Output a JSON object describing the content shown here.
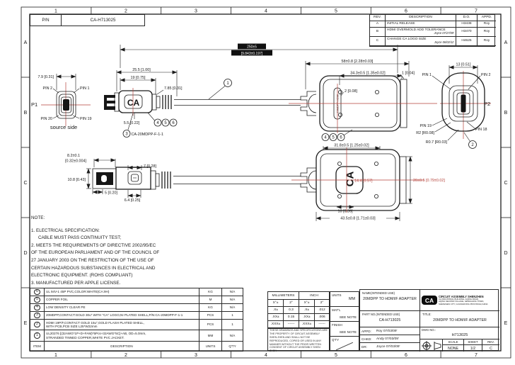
{
  "pn": {
    "label": "P/N",
    "value": "CA-H713025"
  },
  "zones": {
    "cols": [
      "1",
      "2",
      "3",
      "4",
      "5",
      "6",
      "7"
    ],
    "rows": [
      "A",
      "B",
      "C",
      "D",
      "E"
    ]
  },
  "rev": {
    "headers": {
      "rev": "REV.",
      "desc": "DESCRIPTION",
      "do_no": "D.O.",
      "appd": "APPD."
    },
    "rows": [
      {
        "rev": "A",
        "desc": "INITIAL RELEASE",
        "sign": "",
        "do_no": "H3438",
        "appd": "Roy"
      },
      {
        "rev": "B",
        "desc": "HDMI OVERMOLD ADD TOLERANCE",
        "sign": "Joyce 07/27/09'",
        "do_no": "H3470",
        "appd": "Roy"
      },
      {
        "rev": "C",
        "desc": "CHANGE CA LOGO SIZE",
        "sign": "Joyce 06/02/11'",
        "do_no": "H4625",
        "appd": "Roy"
      }
    ]
  },
  "dwg": {
    "p1_label": "P1",
    "p2_label": "P2",
    "source_side": "source side",
    "logo": "CA",
    "mold_text": "20MDPP-HDMI",
    "plug_pn": "CA-20MDPP-F-1-1",
    "pin1": "PIN 1",
    "pin2": "PIN 2",
    "pin18": "PIN 18",
    "pin19": "PIN 19",
    "pin20": "PIN 20",
    "c1": "1",
    "c2": "2",
    "c3": "3",
    "c4": "4",
    "c5": "5",
    "c6": "6",
    "d_7_9": "7.9 [0.31]",
    "d_25_5": "25.5 [1.00]",
    "d_19": "19 [0.75]",
    "d_7_85": "7.85 [0.31]",
    "d_5_5": "5.5 [0.22]",
    "cable_mm": "250±5",
    "cable_in": "[9.843±0.197]",
    "d_58": "58±0.8 [2.28±0.03]",
    "d_34_3": "34.3±0.5 [1.35±0.02]",
    "d_1": "1 [0.04]",
    "d_2": "2 [0.08]",
    "d_13": "13 [0.51]",
    "d_r2": "R2 [R0.08]",
    "d_r07": "R0.7 [R0.03]",
    "d_8_2": "8.2±0.1",
    "d_8_2_in": "[0.32±0.004]",
    "d_10_8": "10.8 [0.43]",
    "d_7": "7 [0.28]",
    "d_5": "5 [0.20]",
    "d_6_4": "6.4 [0.25]",
    "d_31_8": "31.8±0.5 [1.25±0.02]",
    "d_14_4": "14.4 [0.57]",
    "d_10": "10 [0.39]",
    "d_43_5": "43.5±0.8 [1.71±0.03]",
    "d_20": "20±0.5 [0.79±0.02]"
  },
  "note": {
    "title": "NOTE:",
    "lines": [
      "1. ELECTRICAL SPECIFICATION:",
      "CABLE MUST PASS CONTINUITY TEST;",
      "2. MEETS THE REQUIREMENTS OF DIRECTIVE 2002/95/EC",
      "OF THE EUROPEAN PARLIAMENT AND OF THE COUNCIL OF",
      "27 JANUARY 2003 ON THE RESTRICTION OF THE USE OF",
      "CERTAIN HAZARDOUS SUBSTANCES IN ELECTRICAL AND",
      "ELECTRONIC EQUIPMENT. (ROHS COMPLIANT)",
      "3. MANUFACTURED PER APPLE LICENSE."
    ]
  },
  "bom": {
    "headers": {
      "item": "ITEM",
      "desc": "DESCRIPTION",
      "units": "UNITS",
      "qty": "Q'TY"
    },
    "rows": [
      {
        "item": "6",
        "desc1": "UL 94V-1 45P PVC,COLOR:WHITE(CA:9H)",
        "desc2": "",
        "units": "KG",
        "qty": "N/A"
      },
      {
        "item": "5",
        "desc1": "COPPER FOIL",
        "desc2": "",
        "units": "M",
        "qty": "N/A"
      },
      {
        "item": "4",
        "desc1": "LOW DENSITY CLEAR PE",
        "desc2": "",
        "units": "KG",
        "qty": "N/A"
      },
      {
        "item": "3",
        "desc1": "20MDPP,CONTACT:GOLD 30u\" WITH \"CA\" LOGO,NI PLATED SHELL,P/N:CA-20MDPP-F-1-1",
        "desc2": "",
        "units": "PCS",
        "qty": "1"
      },
      {
        "item": "2",
        "desc1": "HDMI 19P/F,CONTACT GOLD 15u\",GOLD FLASH PLATED SHELL,",
        "desc2": "WITH PCB,PCB SIZE L25*W22mm",
        "units": "PCS",
        "qty": "1"
      },
      {
        "item": "1",
        "desc1": "UL20276 [(32AWG*1P+D+FAM)*5Pcs+32AWG*5C]+AB, OD=5.0mm,",
        "desc2": "STRANDED TINNED COPPER,WHITE PVC JACKET.",
        "units": "MM",
        "qty": "N/A"
      }
    ]
  },
  "tol": {
    "h_mm": "MILLIMETERS",
    "h_in": "INCH",
    "rows": [
      [
        "X°±",
        "2°",
        "X°±",
        "2°"
      ],
      [
        ".X±",
        "0.3",
        ".X±",
        ".012"
      ],
      [
        ".XX±",
        "0.15",
        ".XX±",
        ".006"
      ],
      [
        ".XXX±",
        "------",
        ".XXX±",
        "------"
      ]
    ]
  },
  "prop_note": "THESE DRAWINGS AND SPECIFICATIONS ARE THE PROPERTY OF CIRCUIT ASSEMBLY SHEN ZHEN AND SHALL NOT BE REPRODUCED, COPIED OR USED IN ANY MANNER WITHOUT THE PRIOR WRITTEN CONSENT OF CIRCUIT ASSEMBLY SHEN ZHEN",
  "info": {
    "units_label": "UNITS",
    "units": "MM",
    "matl_label": "MAT'L",
    "matl": "SEE NOTE",
    "finish_label": "FINISH",
    "finish": "SEE NOTE",
    "qty_label": "Q'TY"
  },
  "tb": {
    "name_label": "NAME(INTENDED USE)",
    "name": "20MDPP TO HDMI/F ADAPTER",
    "logo": "CA",
    "company": "CIRCUIT ASSEMBLY SHENZHEN",
    "addr1": "CA INDUSTRIAL BUILDING, AQING ROAD,",
    "addr2": "AQING SECOND VILLAGE, HENGGANG TOWN,",
    "addr3": "SHENZHEN CITY, GUANGDONG PROVINCE,CHINA",
    "part_label": "PART NO.(INTENDED USE)",
    "part": "CA-H713025",
    "title_label": "TITLE:",
    "title": "20MDPP TO HDMI/F ADAPTER",
    "appd_label": "APPD:",
    "appd": "Roy  07/03/09'",
    "chkd_label": "CHKD:",
    "chkd": "Andy  07/03/09'",
    "dr_label": "DR:",
    "dr": "Joyce 07/03/09'",
    "dwg_label": "DWG NO.:",
    "dwg": "H713025",
    "scale_label": "SCALE",
    "scale": "NONE",
    "sheet_label": "SHEET",
    "sheet": "1/2",
    "rev_label": "REV.",
    "rev": "C"
  },
  "colors": {
    "line": "#1c1c1c",
    "centerline_red": "#b5423a",
    "highlight_bg": "#111111",
    "highlight_text": "#ffffff"
  }
}
